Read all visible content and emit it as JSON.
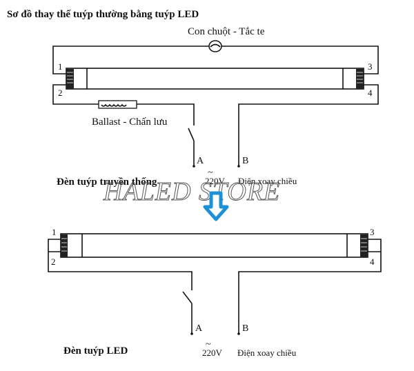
{
  "title": "Sơ đồ thay thế tuýp thường bằng tuýp LED",
  "top_diagram": {
    "starter_label": "Con chuột  - Tắc te",
    "ballast_label": "Ballast - Chấn lưu",
    "pins": [
      "1",
      "2",
      "3",
      "4"
    ],
    "terminal_a": "A",
    "terminal_b": "B",
    "caption": "Đèn tuýp truyền thống",
    "voltage": "220V",
    "ac_symbol": "~",
    "supply_label": "Điện xoay chiều"
  },
  "watermark": "HALED STORE",
  "arrow_color": "#1e90d6",
  "bottom_diagram": {
    "pins": [
      "1",
      "2",
      "3",
      "4"
    ],
    "terminal_a": "A",
    "terminal_b": "B",
    "caption": "Đèn tuýp LED",
    "voltage": "220V",
    "ac_symbol": "~",
    "supply_label": "Điện xoay chiều"
  }
}
